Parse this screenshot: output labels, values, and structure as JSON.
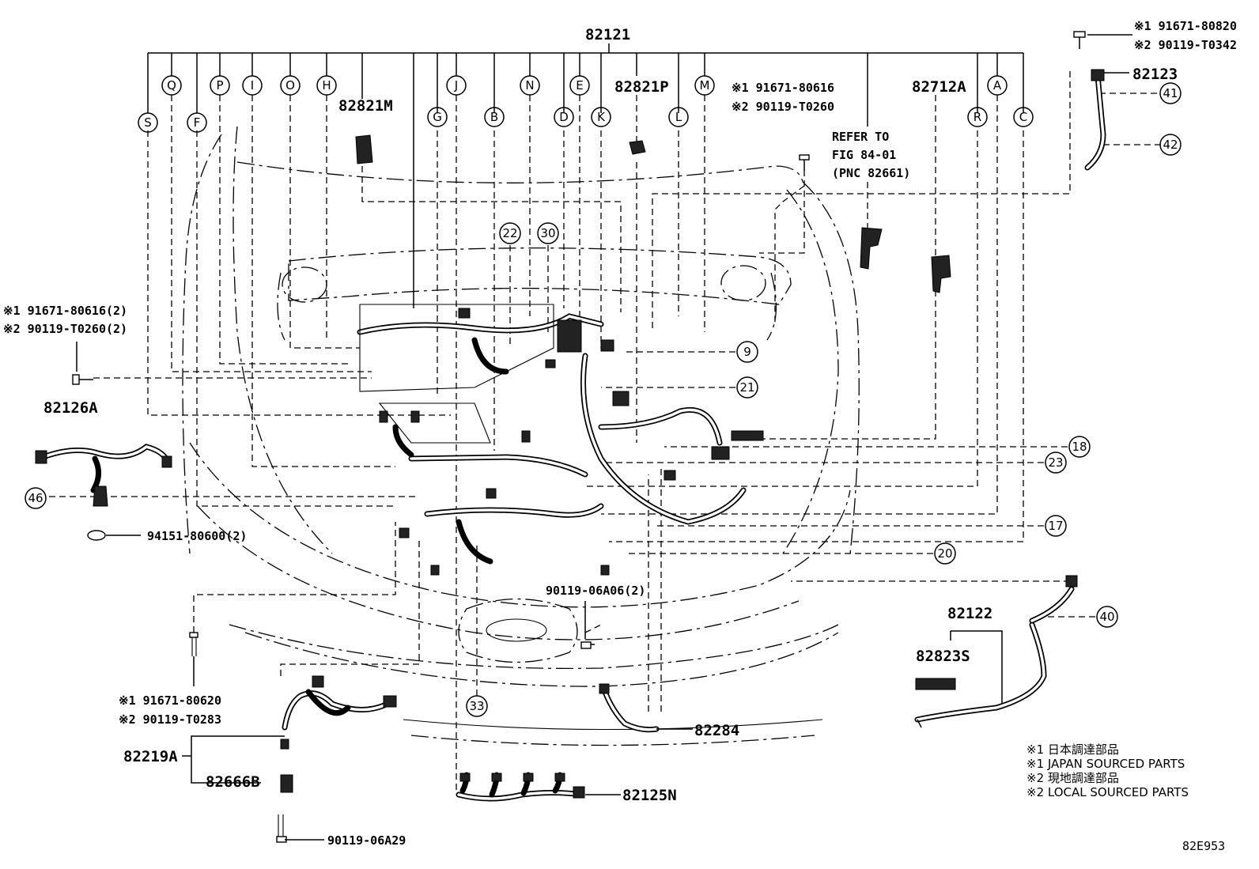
{
  "diagram_code": "82E953",
  "letter_callouts": [
    "S",
    "Q",
    "F",
    "P",
    "I",
    "O",
    "H",
    "G",
    "J",
    "B",
    "N",
    "D",
    "E",
    "K",
    "L",
    "M",
    "R",
    "A",
    "C"
  ],
  "number_callouts": [
    "22",
    "30",
    "9",
    "21",
    "18",
    "23",
    "17",
    "20",
    "33",
    "41",
    "42",
    "40",
    "46"
  ],
  "part_labels": {
    "main_harness": "82121",
    "p82821M": "82821M",
    "p82821P": "82821P",
    "p82712A": "82712A",
    "p82123": "82123",
    "p82126A": "82126A",
    "p82122": "82122",
    "p82823S": "82823S",
    "p82284": "82284",
    "p82219A": "82219A",
    "p82666B": "82666B",
    "p82125N": "82125N"
  },
  "bolt_labels": {
    "top_right_1": "※1 91671-80820",
    "top_right_2": "※2 90119-T0342",
    "center_1": "※1 91671-80616",
    "center_2": "※2 90119-T0260",
    "left_1": "※1 91671-80616(2)",
    "left_2": "※2 90119-T0260(2)",
    "clip_left": "94151-80600(2)",
    "center_low": "90119-06A06(2)",
    "bottom_left_1": "※1 91671-80620",
    "bottom_left_2": "※2 90119-T0283",
    "bottom_bolt": "90119-06A29"
  },
  "reference": {
    "line1": "REFER TO",
    "line2": "FIG 84-01",
    "line3": "(PNC 82661)"
  },
  "legend": [
    "※1 日本調達部品",
    "※1 JAPAN SOURCED PARTS",
    "※2 現地調達部品",
    "※2 LOCAL SOURCED PARTS"
  ]
}
